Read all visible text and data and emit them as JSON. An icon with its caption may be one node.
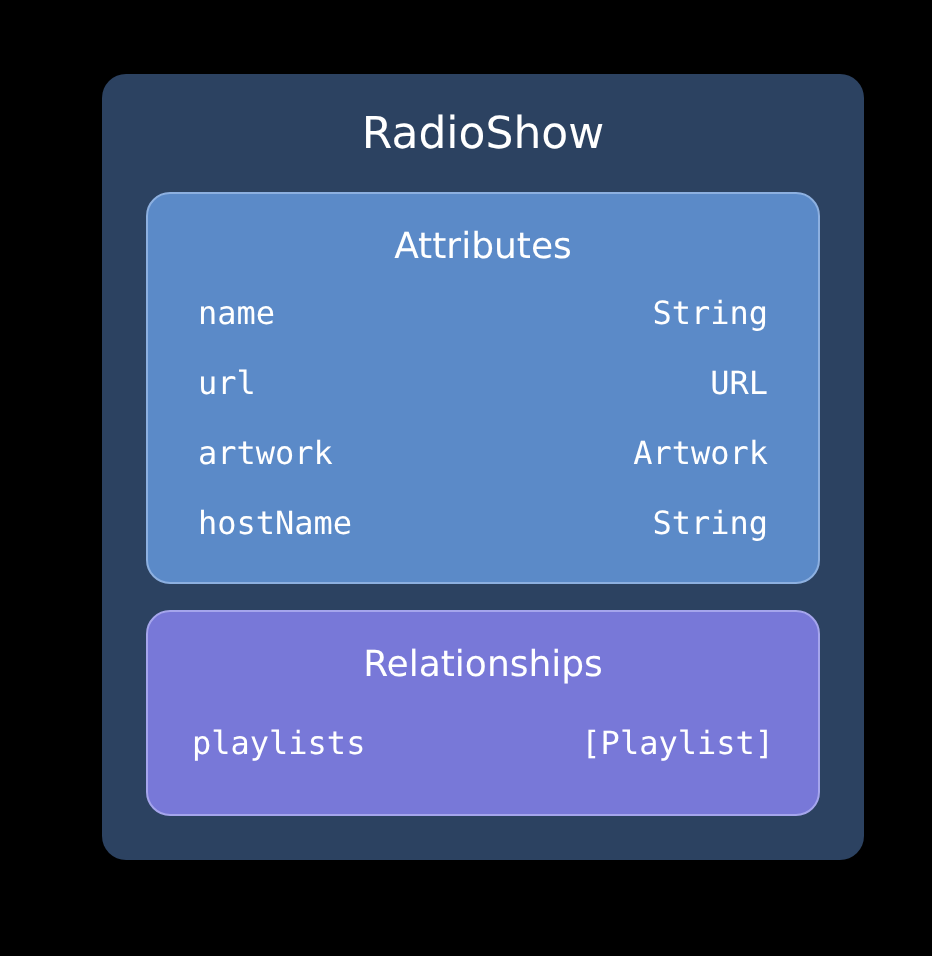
{
  "diagram": {
    "nodes": [
      {
        "text": [
          "RadioShow"
        ]
      },
      {
        "text": [
          "Attributes",
          "name",
          "String",
          "url",
          "URL",
          "artwork",
          "Artwork",
          "hostName",
          "String"
        ],
        "in": 0
      },
      {
        "text": [
          "Relationships",
          "playlists",
          "[Playlist]"
        ],
        "in": 0
      }
    ]
  }
}
